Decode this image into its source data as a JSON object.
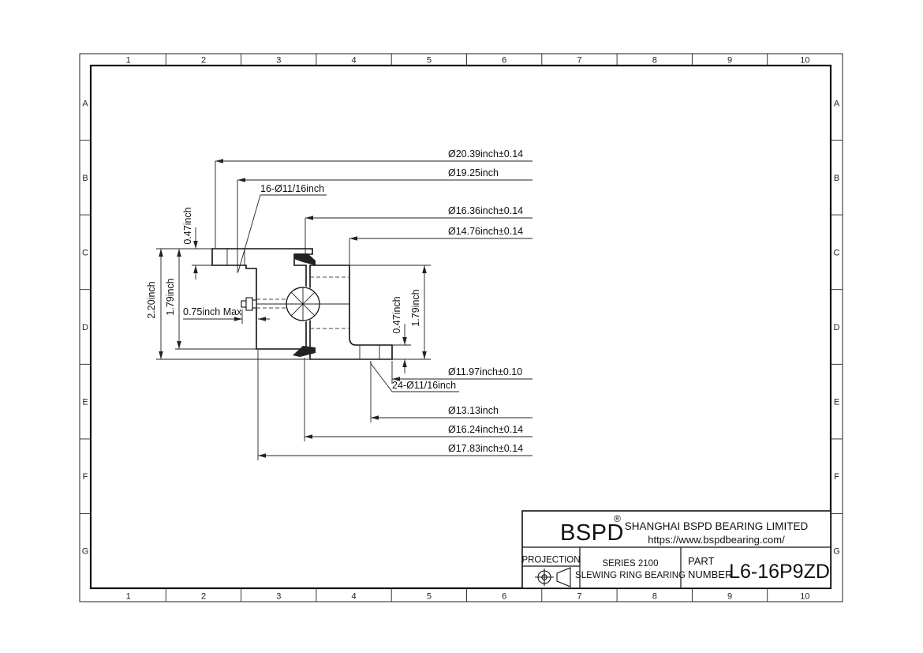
{
  "frame": {
    "cols": [
      "1",
      "2",
      "3",
      "4",
      "5",
      "6",
      "7",
      "8",
      "9",
      "10"
    ],
    "rows": [
      "A",
      "B",
      "C",
      "D",
      "E",
      "F",
      "G"
    ]
  },
  "dimensions": {
    "flange_od": "Ø20.39inch±0.14",
    "inner_bolt_circle": "Ø19.25inch",
    "inner_bolt_holes": "16-Ø11/16inch",
    "seal_od": "Ø16.36inch±0.14",
    "outer_ring_od": "Ø14.76inch±0.14",
    "overall_height": "2.20inch",
    "inner_ring_height": "1.79inch",
    "flange_thickness": "0.47inch",
    "grease_fitting": "0.75inch Max",
    "outer_flange_thickness": "0.47inch",
    "outer_ring_height": "1.79inch",
    "outer_flange_od": "Ø11.97inch±0.10",
    "outer_bolt_holes": "24-Ø11/16inch",
    "outer_bolt_circle": "Ø13.13inch",
    "seal_id": "Ø16.24inch±0.14",
    "bore_od": "Ø17.83inch±0.14"
  },
  "title_block": {
    "brand": "BSPD",
    "registered": "®",
    "company": "SHANGHAI BSPD BEARING LIMITED",
    "website": "https://www.bspdbearing.com/",
    "projection_label": "PROJECTION",
    "series_line1": "SERIES 2100",
    "series_line2": "SLEWING RING BEARING",
    "part_label1": "PART",
    "part_label2": "NUMBER",
    "part_number": "L6-16P9ZD"
  }
}
